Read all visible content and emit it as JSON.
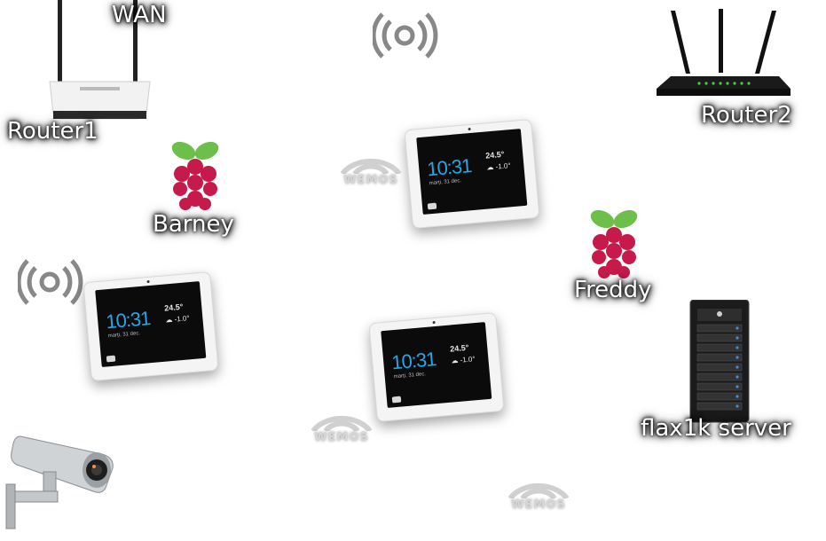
{
  "labels": {
    "wan": "WAN",
    "router1": "Router1",
    "router2": "Router2",
    "barney": "Barney",
    "freddy": "Freddy",
    "server": "flax1k server"
  },
  "tablet": {
    "time": "10:31",
    "date": "marți, 31 dec.",
    "temp": "24.5°",
    "weather": "-1.0°"
  },
  "wemos_label": "WEMOS",
  "colors": {
    "tablet_time": "#27a6e6",
    "raspberry": "#c51a4a",
    "leaf": "#6cc04a"
  }
}
